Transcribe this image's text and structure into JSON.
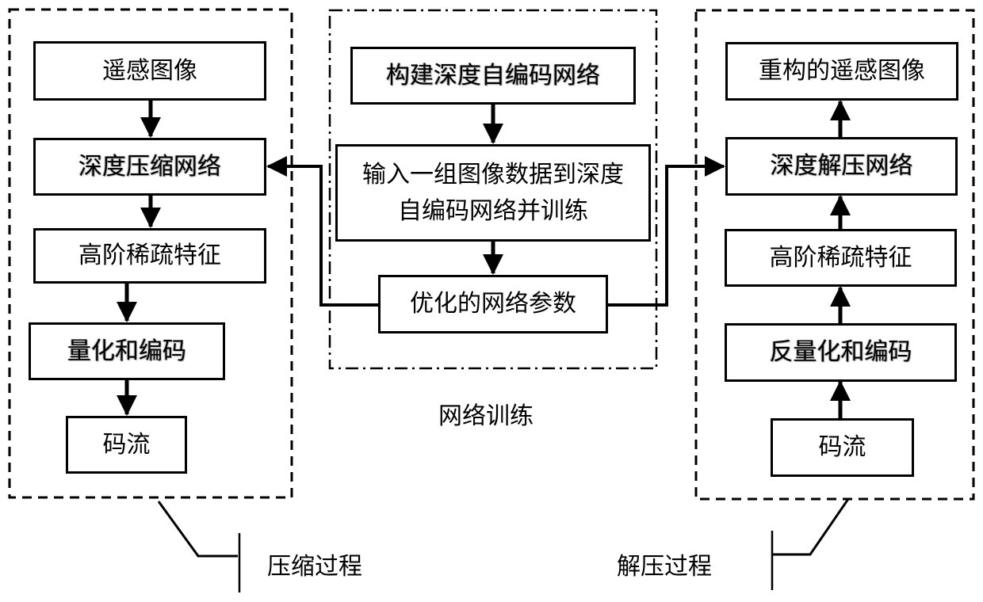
{
  "compression": {
    "group_label": "压缩过程",
    "steps": [
      "遥感图像",
      "深度压缩网络",
      "高阶稀疏特征",
      "量化和编码",
      "码流"
    ]
  },
  "training": {
    "group_label": "网络训练",
    "steps": [
      "构建深度自编码网络",
      "输入一组图像数据到深度自编码网络并训练",
      "优化的网络参数"
    ]
  },
  "decompression": {
    "group_label": "解压过程",
    "steps": [
      "重构的遥感图像",
      "深度解压网络",
      "高阶稀疏特征",
      "反量化和编码",
      "码流"
    ]
  }
}
